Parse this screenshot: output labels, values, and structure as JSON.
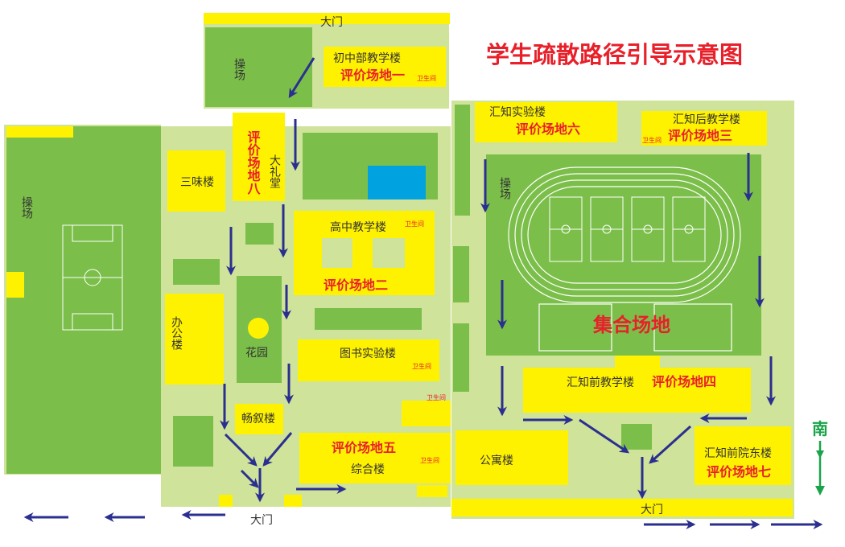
{
  "title": "学生疏散路径引导示意图",
  "compass": {
    "label": "南"
  },
  "gates": {
    "top": "大门",
    "bottom_left": "大门",
    "bottom_right": "大门"
  },
  "buildings": {
    "junior_high": "初中部教学楼",
    "auditorium": "大礼堂",
    "sanwei": "三味楼",
    "high_school": "高中教学楼",
    "office": "办公楼",
    "garden": "花园",
    "library_lab": "图书实验楼",
    "changxu": "畅叙楼",
    "comprehensive": "综合楼",
    "apartment": "公寓楼",
    "huizhi_lab": "汇知实验楼",
    "huizhi_rear": "汇知后教学楼",
    "huizhi_front": "汇知前教学楼",
    "huizhi_east": "汇知前院东楼"
  },
  "fields": {
    "playground_top": "操场",
    "playground_left": "操场",
    "playground_track": "操场"
  },
  "venues": {
    "v1": "评价场地一",
    "v2": "评价场地二",
    "v3": "评价场地三",
    "v4": "评价场地四",
    "v5": "评价场地五",
    "v6": "评价场地六",
    "v7": "评价场地七",
    "v8": "评价场地八"
  },
  "toilet": "卫生间",
  "assembly": "集合场地",
  "colors": {
    "campus_ground": "#cfe39a",
    "field_green": "#7bbf4a",
    "building_yellow": "#fff200",
    "arrow_blue": "#2b2f8f",
    "title_red": "#e8202a",
    "pool_blue": "#00a3e0",
    "compass_green": "#1aa34a"
  }
}
